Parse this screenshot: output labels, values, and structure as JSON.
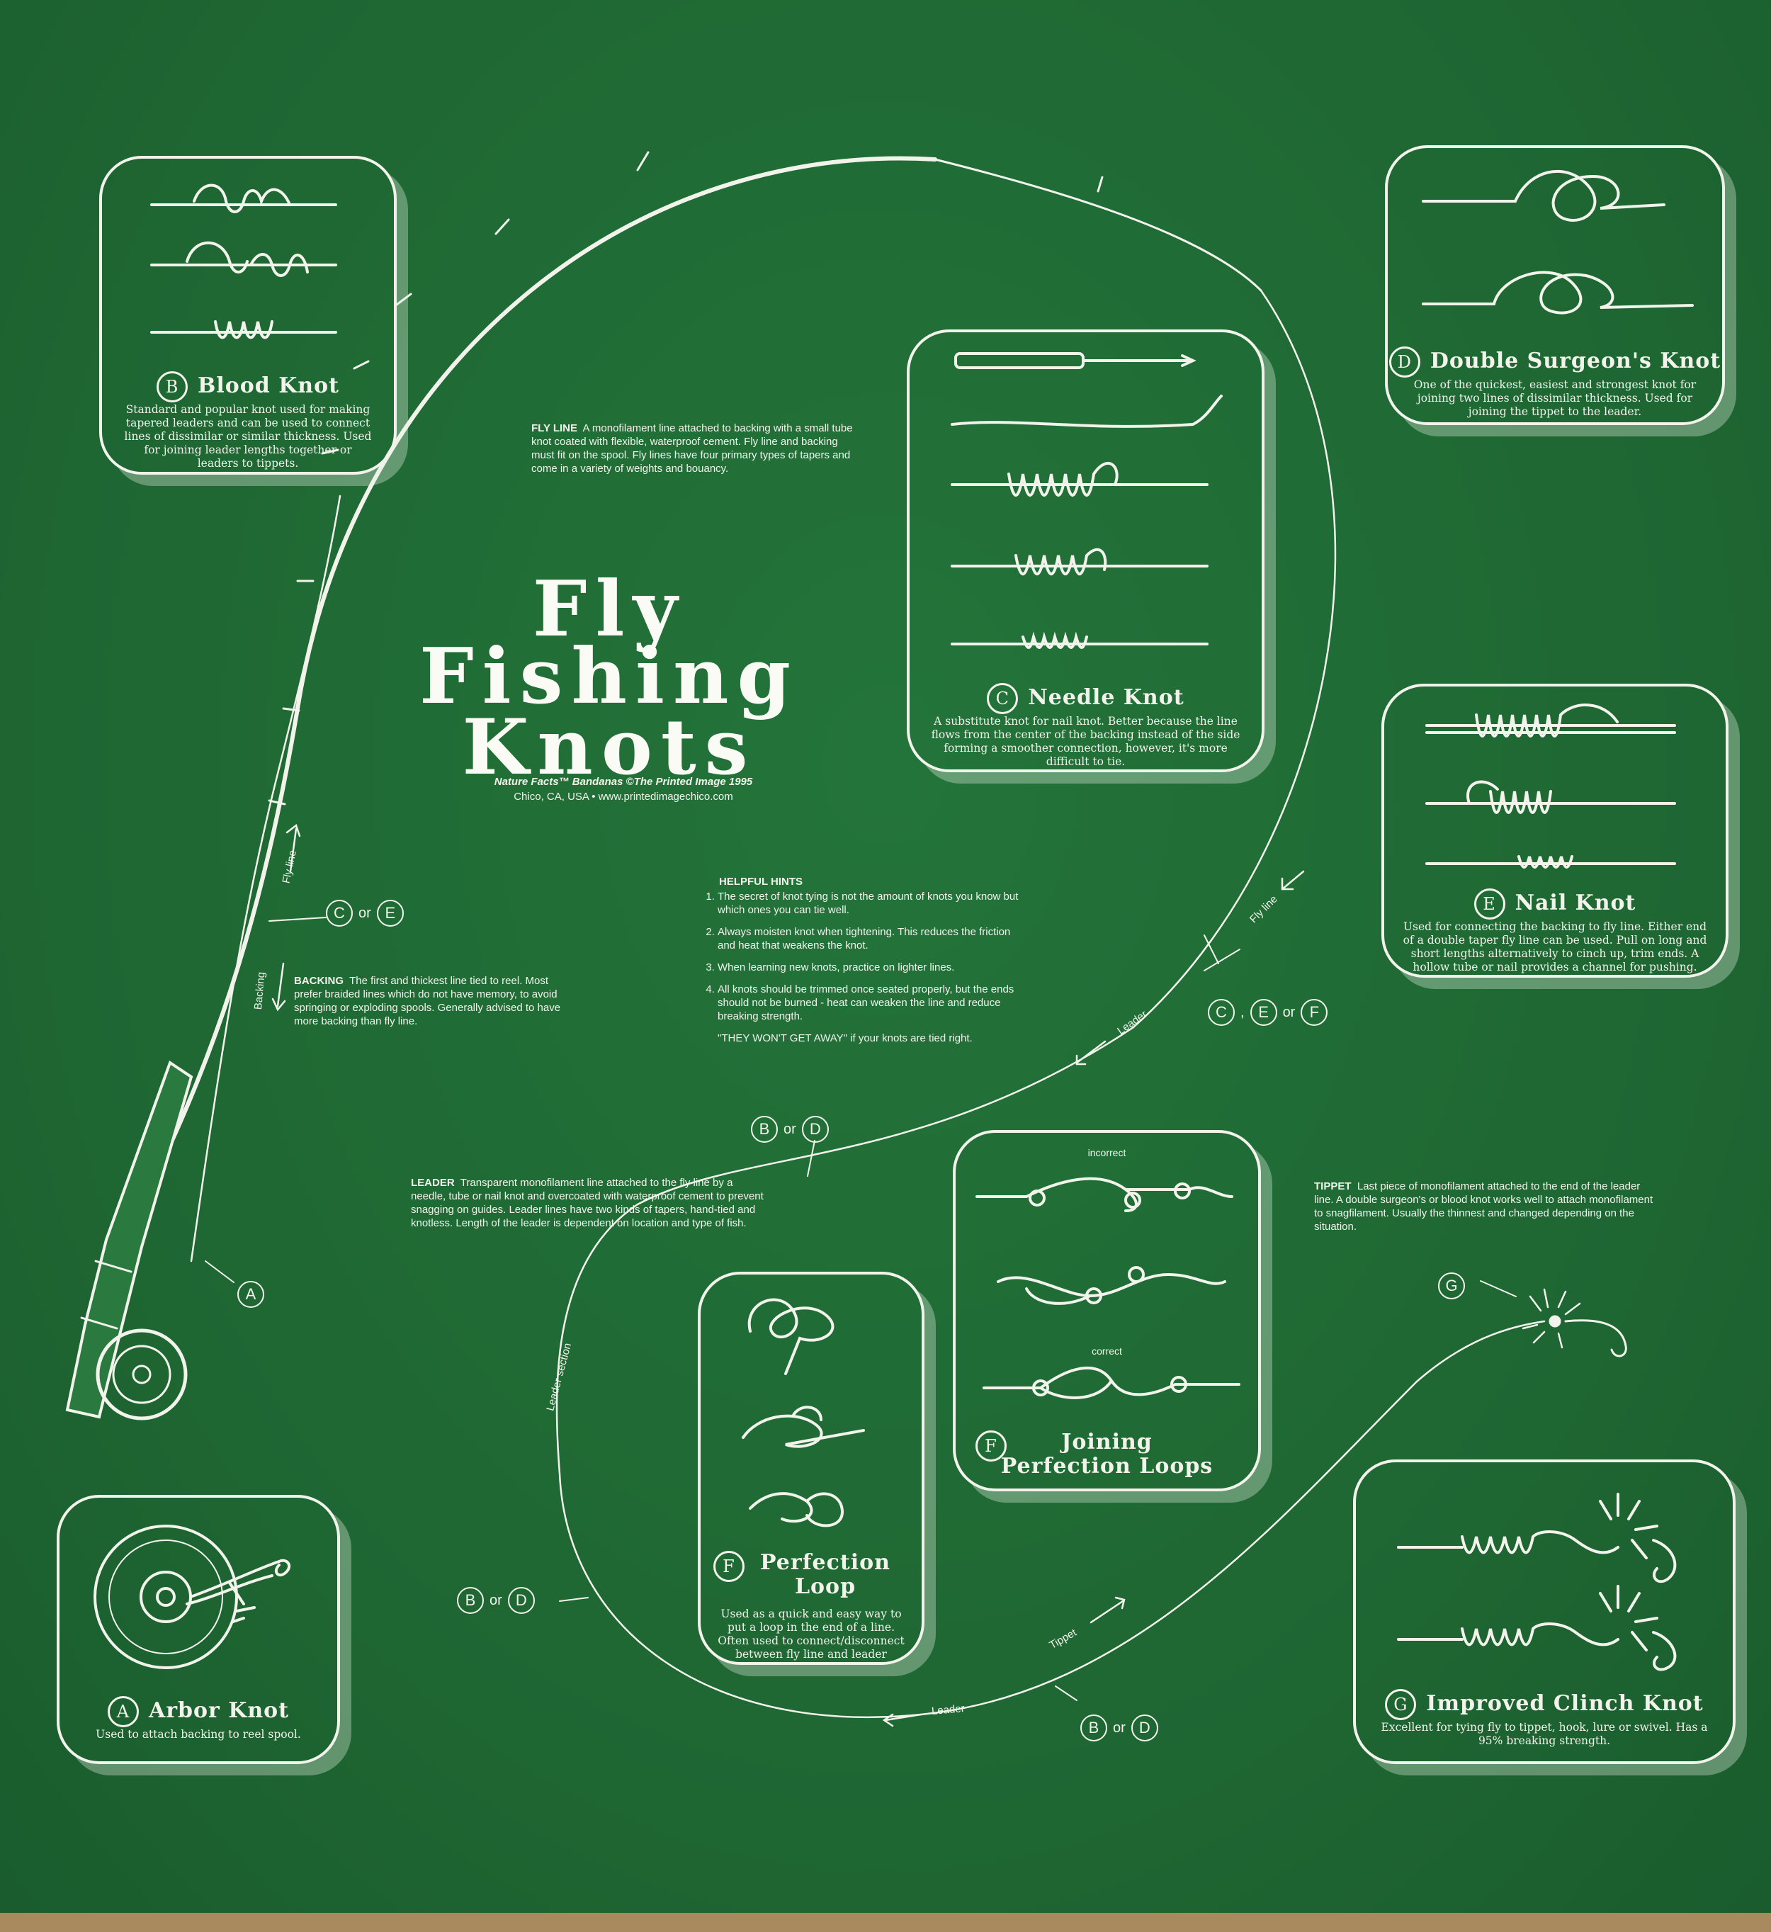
{
  "colors": {
    "fabric": "#1f6a34",
    "ink": "#f2f4ec",
    "background": "#b89a6e"
  },
  "title": {
    "line1": "Fly",
    "line2": "Fishing",
    "line3": "Knots"
  },
  "credit": {
    "line1": "Nature Facts™ Bandanas ©The Printed Image 1995",
    "line2": "Chico, CA, USA • www.printedimagechico.com"
  },
  "knots": {
    "blood": {
      "letter": "B",
      "title": "Blood Knot",
      "desc": "Standard and popular knot used for making tapered leaders and can be used to connect lines of dissimilar or similar thickness. Used for joining leader lengths together or leaders to tippets."
    },
    "surgeon": {
      "letter": "D",
      "title": "Double Surgeon's Knot",
      "desc": "One of the quickest, easiest and strongest knot for joining two lines of dissimilar thickness. Used for joining the tippet to the leader."
    },
    "needle": {
      "letter": "C",
      "title": "Needle Knot",
      "desc": "A substitute knot for nail knot. Better because the line flows from the center of the backing instead of the side forming a smoother connection, however, it's more difficult to tie."
    },
    "nail": {
      "letter": "E",
      "title": "Nail Knot",
      "desc": "Used for connecting the backing to fly line. Either end of a double taper fly line can be used. Pull on long and short lengths alternatively to cinch up, trim ends. A hollow tube or nail provides a channel for pushing."
    },
    "joining": {
      "letter": "F",
      "title_line1": "Joining",
      "title_line2": "Perfection Loops",
      "incorrect": "incorrect",
      "correct": "correct"
    },
    "perfection": {
      "letter": "F",
      "title_line1": "Perfection",
      "title_line2": "Loop",
      "desc": "Used as a quick and easy way to put a loop in the end of a line. Often used to connect/disconnect between fly line and leader"
    },
    "arbor": {
      "letter": "A",
      "title": "Arbor Knot",
      "desc": "Used to attach backing to reel spool."
    },
    "clinch": {
      "letter": "G",
      "title": "Improved Clinch Knot",
      "desc": "Excellent for tying fly to tippet, hook, lure or swivel. Has a 95% breaking strength."
    }
  },
  "blocks": {
    "flyline": {
      "head": "FLY LINE",
      "text": "A monofilament line attached to backing with a small tube knot coated with flexible, waterproof cement. Fly line and backing must fit on the spool. Fly lines have four primary types of tapers and come in a variety of weights and bouancy."
    },
    "backing": {
      "head": "BACKING",
      "text": "The first and thickest line tied to reel. Most prefer braided lines which do not have memory, to avoid springing or exploding spools. Generally advised to have more backing than fly line."
    },
    "leader": {
      "head": "LEADER",
      "text": "Transparent monofilament line attached to the fly line by a needle, tube or nail knot and overcoated with waterproof cement to prevent snagging on guides. Leader lines have two kinds of tapers, hand-tied and knotless. Length of the leader is dependent on location and type of fish."
    },
    "tippet": {
      "head": "TIPPET",
      "text": "Last piece of monofilament attached to the end of the leader line. A double surgeon's or blood knot works well to attach monofilament to snagfilament. Usually the thinnest and changed depending on the situation."
    }
  },
  "hints": {
    "head": "HELPFUL HINTS",
    "items": [
      "The secret of knot tying is not the amount of knots you know but which ones you can tie well.",
      "Always moisten knot when tightening. This reduces the friction and heat that weakens the knot.",
      "When learning new knots, practice on lighter lines.",
      "All knots should be trimmed once seated properly, but the ends should not be burned - heat can weaken the line and reduce breaking strength."
    ],
    "closing": "\"THEY WON'T GET AWAY\" if your knots are tied right."
  },
  "callouts": {
    "ce": {
      "a": "C",
      "or": "or",
      "b": "E"
    },
    "cef": {
      "a": "C",
      "b": "E",
      "or": "or",
      "c": "F"
    },
    "bd1": {
      "a": "B",
      "or": "or",
      "b": "D"
    },
    "bd2": {
      "a": "B",
      "or": "or",
      "b": "D"
    },
    "bd3": {
      "a": "B",
      "or": "or",
      "b": "D"
    },
    "a": {
      "a": "A"
    },
    "g": {
      "a": "G"
    }
  },
  "line_labels": {
    "flyline_rod": "Fly line",
    "backing": "Backing",
    "flyline_right": "Fly line",
    "leader_mid": "Leader",
    "leader_section": "Leader section",
    "tippet": "Tippet",
    "leader_bottom": "Leader"
  }
}
